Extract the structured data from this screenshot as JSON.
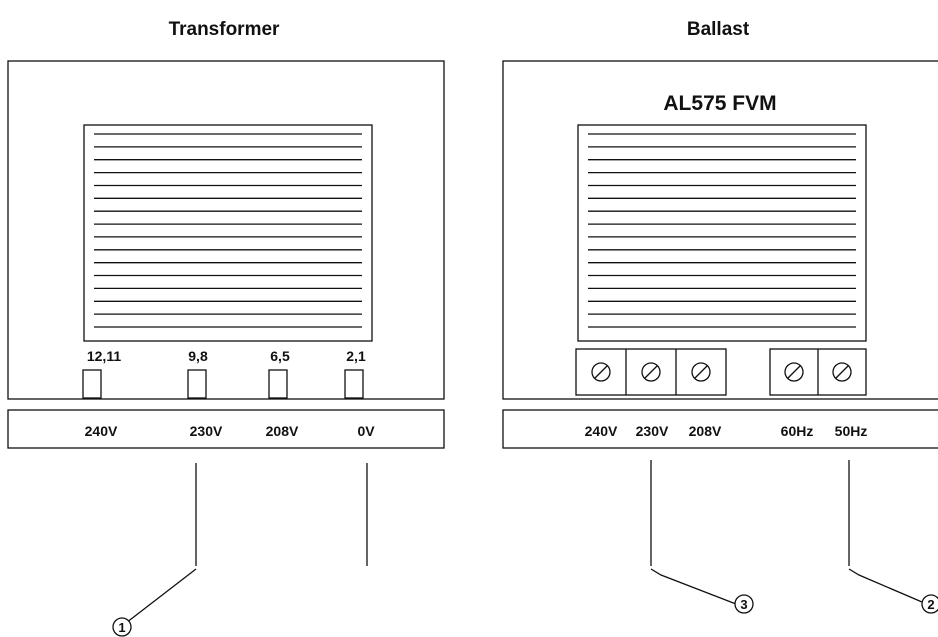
{
  "transformer": {
    "title": "Transformer",
    "terminals": [
      "12,11",
      "9,8",
      "6,5",
      "2,1"
    ],
    "voltages": [
      "240V",
      "230V",
      "208V",
      "0V"
    ]
  },
  "ballast": {
    "title": "Ballast",
    "model": "AL575 FVM",
    "voltages": [
      "240V",
      "230V",
      "208V"
    ],
    "frequencies": [
      "60Hz",
      "50Hz"
    ]
  },
  "callouts": [
    "1",
    "3",
    "2"
  ]
}
